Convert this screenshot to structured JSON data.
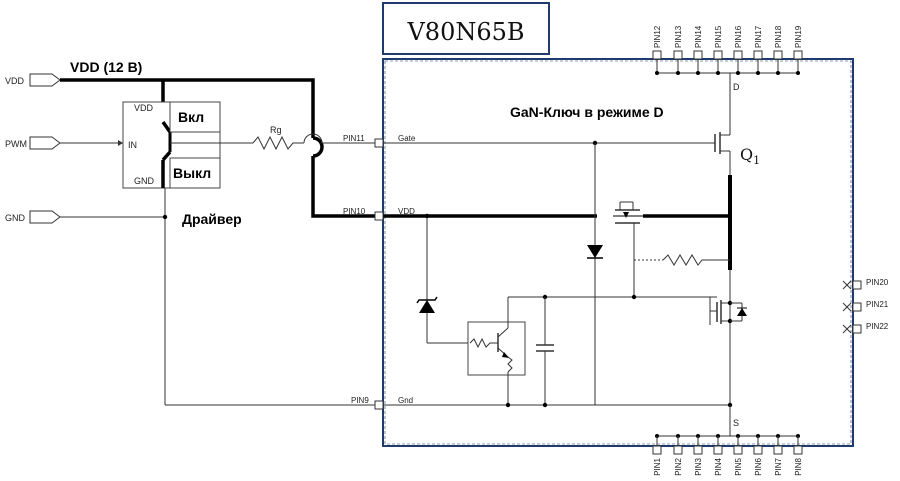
{
  "title": "V80N65B",
  "supply_label": "VDD (12 В)",
  "driver_label": "Драйвер",
  "switch_label": "GaN-Ключ в режиме D",
  "transistor_label": "Q",
  "transistor_subscript": "1",
  "inputs": [
    "VDD",
    "PWM",
    "GND"
  ],
  "driver_pins": {
    "vdd": "VDD",
    "in": "IN",
    "gnd": "GND",
    "on": "Вкл",
    "off": "Выкл"
  },
  "resistor_label": "Rg",
  "left_pins": {
    "gate": {
      "pin": "PIN11",
      "name": "Gate"
    },
    "vdd": {
      "pin": "PIN10",
      "name": "VDD"
    },
    "gnd": {
      "pin": "PIN9",
      "name": "Gnd"
    }
  },
  "top_pins": [
    "PIN12",
    "PIN13",
    "PIN14",
    "PIN15",
    "PIN16",
    "PIN17",
    "PIN18",
    "PIN19"
  ],
  "bottom_pins": [
    "PIN1",
    "PIN2",
    "PIN3",
    "PIN4",
    "PIN5",
    "PIN6",
    "PIN7",
    "PIN8"
  ],
  "right_pins": [
    "PIN20",
    "PIN21",
    "PIN22"
  ],
  "drain_label": "D",
  "source_label": "S",
  "colors": {
    "package_outline": "#1f3b6e",
    "wire": "#000000",
    "thin_wire": "#333333"
  }
}
